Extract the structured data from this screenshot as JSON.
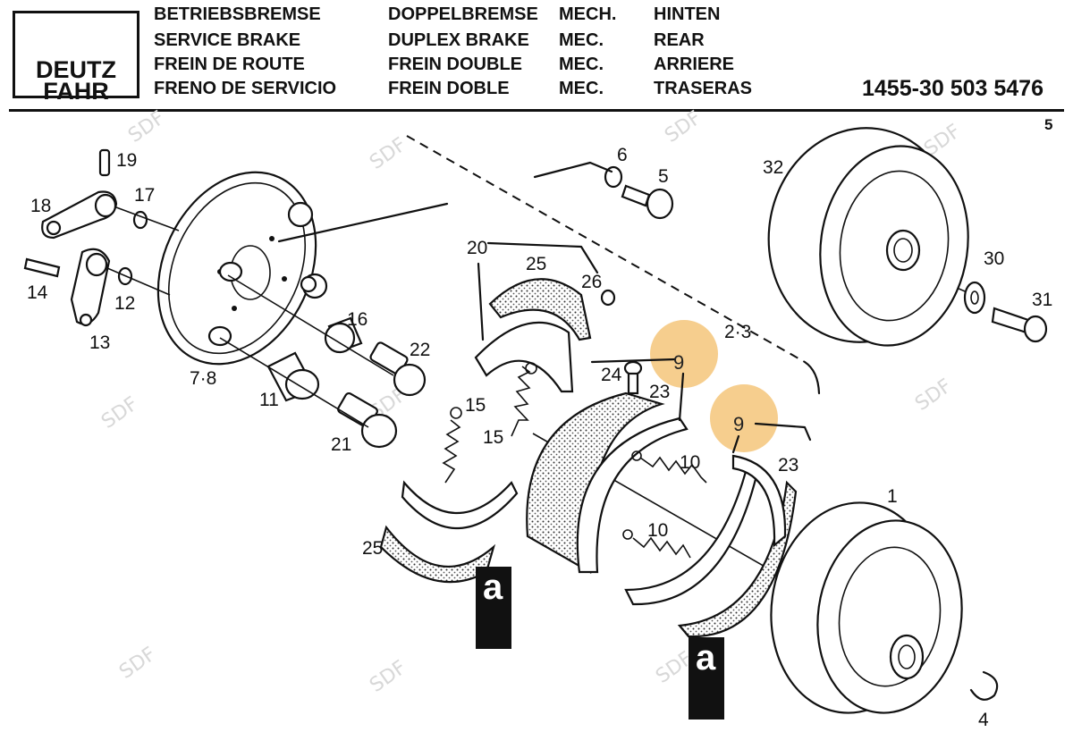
{
  "brand": {
    "line1": "DEUTZ",
    "line2": "FAHR"
  },
  "header": {
    "col1": [
      "BETRIEBSBREMSE",
      "SERVICE BRAKE",
      "FREIN DE ROUTE",
      "FRENO DE SERVICIO"
    ],
    "col2": [
      "DOPPELBREMSE",
      "DUPLEX BRAKE",
      "FREIN DOUBLE",
      "FREIN DOBLE"
    ],
    "col3": [
      "MECH.",
      "MEC.",
      "MEC.",
      "MEC."
    ],
    "col4": [
      "HINTEN",
      "REAR",
      "ARRIERE",
      "TRASERAS"
    ],
    "part_number": "1455-30  503 5476",
    "page": "5"
  },
  "parts": {
    "p19": "19",
    "p18": "18",
    "p17": "17",
    "p14": "14",
    "p12": "12",
    "p13": "13",
    "p78": "7·8",
    "p6": "6",
    "p5": "5",
    "p32": "32",
    "p30": "30",
    "p31": "31",
    "p20": "20",
    "p25a": "25",
    "p26": "26",
    "p16": "16",
    "p22": "22",
    "p11": "11",
    "p21": "21",
    "p23": "2·3",
    "p9a": "9",
    "p9b": "9",
    "p24": "24",
    "p23a": "23",
    "p23b": "23",
    "p15a": "15",
    "p15b": "15",
    "p10a": "10",
    "p10b": "10",
    "p25b": "25",
    "p1": "1",
    "p4": "4"
  },
  "markers": {
    "a1": "a",
    "a2": "a"
  },
  "highlight_color": "#f5c57a",
  "watermark": "SDF"
}
